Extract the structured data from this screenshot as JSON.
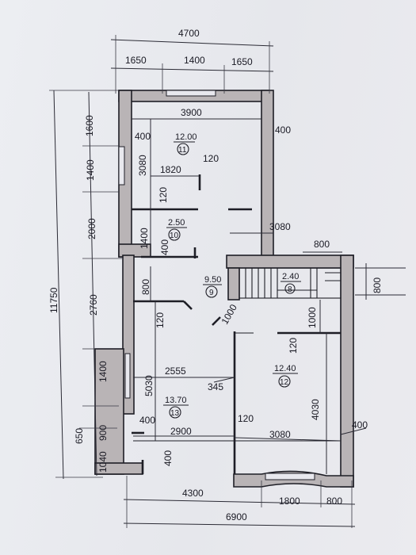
{
  "plan": {
    "overall_height": "11750",
    "top": {
      "total": "4700",
      "left": "1650",
      "middle": "1400",
      "right": "1650"
    },
    "bottom": {
      "total": "6900",
      "left": "4300",
      "middle": "1800",
      "right": "800"
    },
    "left": {
      "d1600": "1600",
      "d1400a": "1400",
      "d2000": "2000",
      "d2760": "2760",
      "d1400b": "1400",
      "d650": "650",
      "d900": "900",
      "d1040": "1040"
    },
    "inner": {
      "w3900": "3900",
      "t400a": "400",
      "t400b": "400",
      "h3080a": "3080",
      "w1820": "1820",
      "t120a": "120",
      "t120b": "120",
      "h1400": "1400",
      "t400c": "400",
      "h800": "800",
      "t120c": "120",
      "w3080a": "3080",
      "w800": "800",
      "h800r": "800",
      "d1000a": "1000",
      "d1000b": "1000",
      "t120d": "120",
      "w2555": "2555",
      "w345": "345",
      "h5030": "5030",
      "h4030": "4030",
      "t400d": "400",
      "t120e": "120",
      "w2900": "2900",
      "w3080b": "3080",
      "t400e": "400",
      "t400f": "400"
    },
    "rooms": [
      {
        "area": "12.00",
        "number": "11"
      },
      {
        "area": "2.50",
        "number": "10"
      },
      {
        "area": "9.50",
        "number": "9"
      },
      {
        "area": "2.40",
        "number": "8"
      },
      {
        "area": "12.40",
        "number": "12"
      },
      {
        "area": "13.70",
        "number": "13"
      }
    ]
  }
}
